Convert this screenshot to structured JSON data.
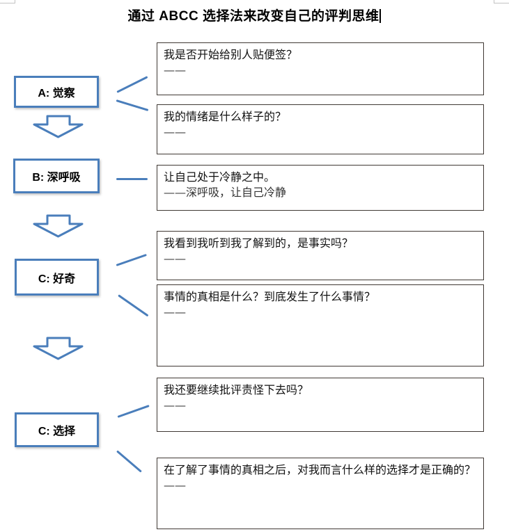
{
  "page": {
    "title": "通过 ABCC 选择法来改变自己的评判思维"
  },
  "flow": {
    "accent_color": "#4a7ebb",
    "steps": [
      {
        "label": "A: 觉察"
      },
      {
        "label": "B: 深呼吸"
      },
      {
        "label": "C: 好奇"
      },
      {
        "label": "C: 选择"
      }
    ],
    "boxes": [
      {
        "question": "我是否开始给别人贴便签？",
        "answer": "——"
      },
      {
        "question": "我的情绪是什么样子的？",
        "answer": "——"
      },
      {
        "question": "让自己处于冷静之中。",
        "answer": "——深呼吸，让自己冷静"
      },
      {
        "question": "我看到我听到我了解到的，是事实吗？",
        "answer": "——"
      },
      {
        "question": "事情的真相是什么？到底发生了什么事情？",
        "answer": "——"
      },
      {
        "question": "我还要继续批评责怪下去吗？",
        "answer": "——"
      },
      {
        "question": "在了解了事情的真相之后，对我而言什么样的选择才是正确的？",
        "answer": "——"
      }
    ]
  }
}
